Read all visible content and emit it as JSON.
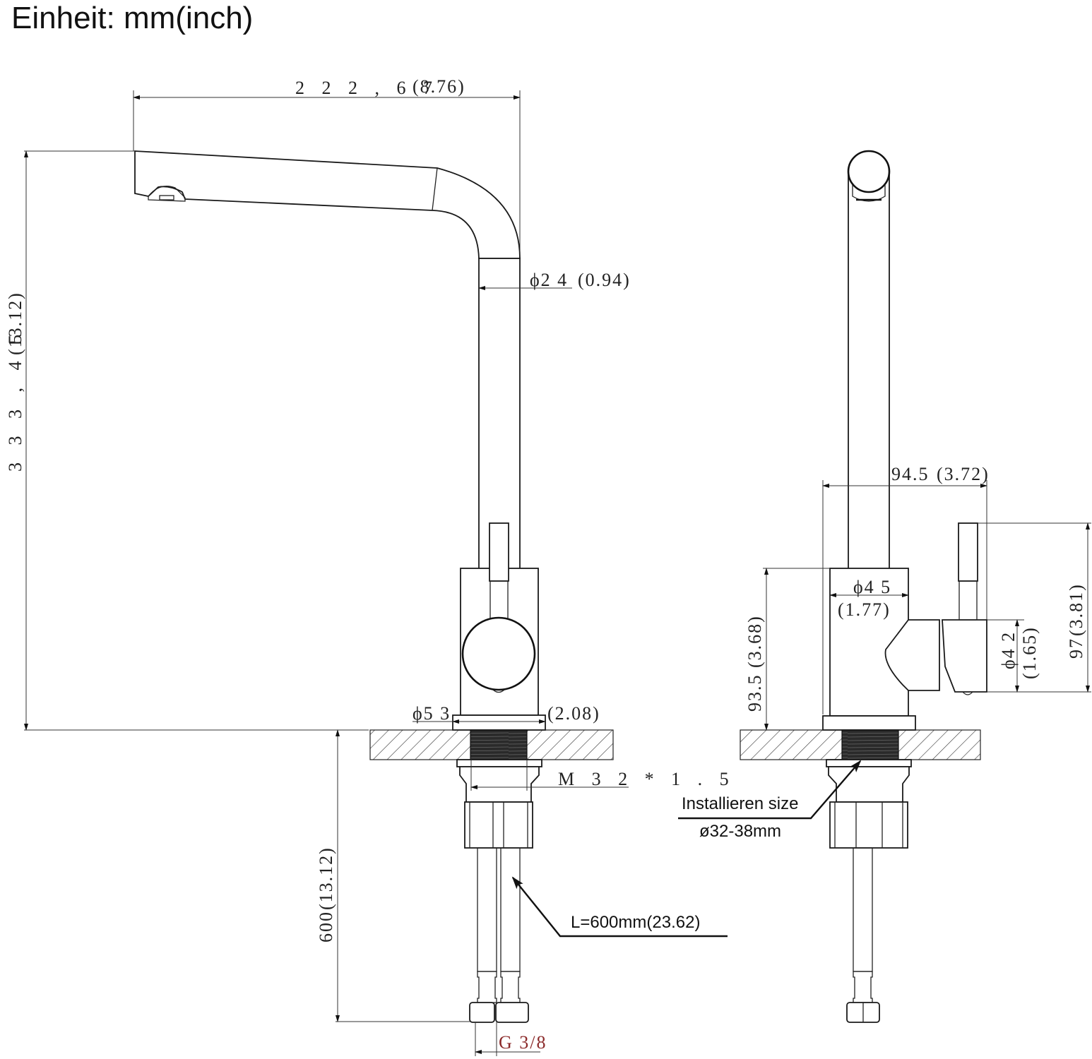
{
  "title": "Einheit: mm(inch)",
  "side_view": {
    "spout_reach": "2 2 2 , 6 7",
    "spout_reach_inch": "(8.76)",
    "total_height": "3 3 3 , 4 5",
    "total_height_inch": "(13.12)",
    "spout_diameter": "ϕ2 4",
    "spout_diameter_inch": "(0.94)",
    "base_diameter": "ϕ5 3",
    "base_diameter_inch": "(2.08)",
    "thread": "M 3 2 * 1 . 5",
    "hose_height": "600",
    "hose_height_inch": "(13.12)",
    "hose_length_note": "L=600mm(23.62)",
    "connector_thread": "G 3/8"
  },
  "front_view": {
    "handle_span": "94.5",
    "handle_span_inch": "(3.72)",
    "body_diameter": "ϕ4 5",
    "body_diameter_inch": "(1.77)",
    "body_height": "93.5",
    "body_height_inch": "(3.68)",
    "handle_diameter": "ϕ4 2",
    "handle_diameter_inch": "(1.65)",
    "handle_height": "97",
    "handle_height_inch": "(3.81)",
    "install_note_line1": "Installieren size",
    "install_note_line2": "ø32-38mm"
  },
  "colors": {
    "line": "#222222",
    "connector_label": "#8b2a2a"
  }
}
